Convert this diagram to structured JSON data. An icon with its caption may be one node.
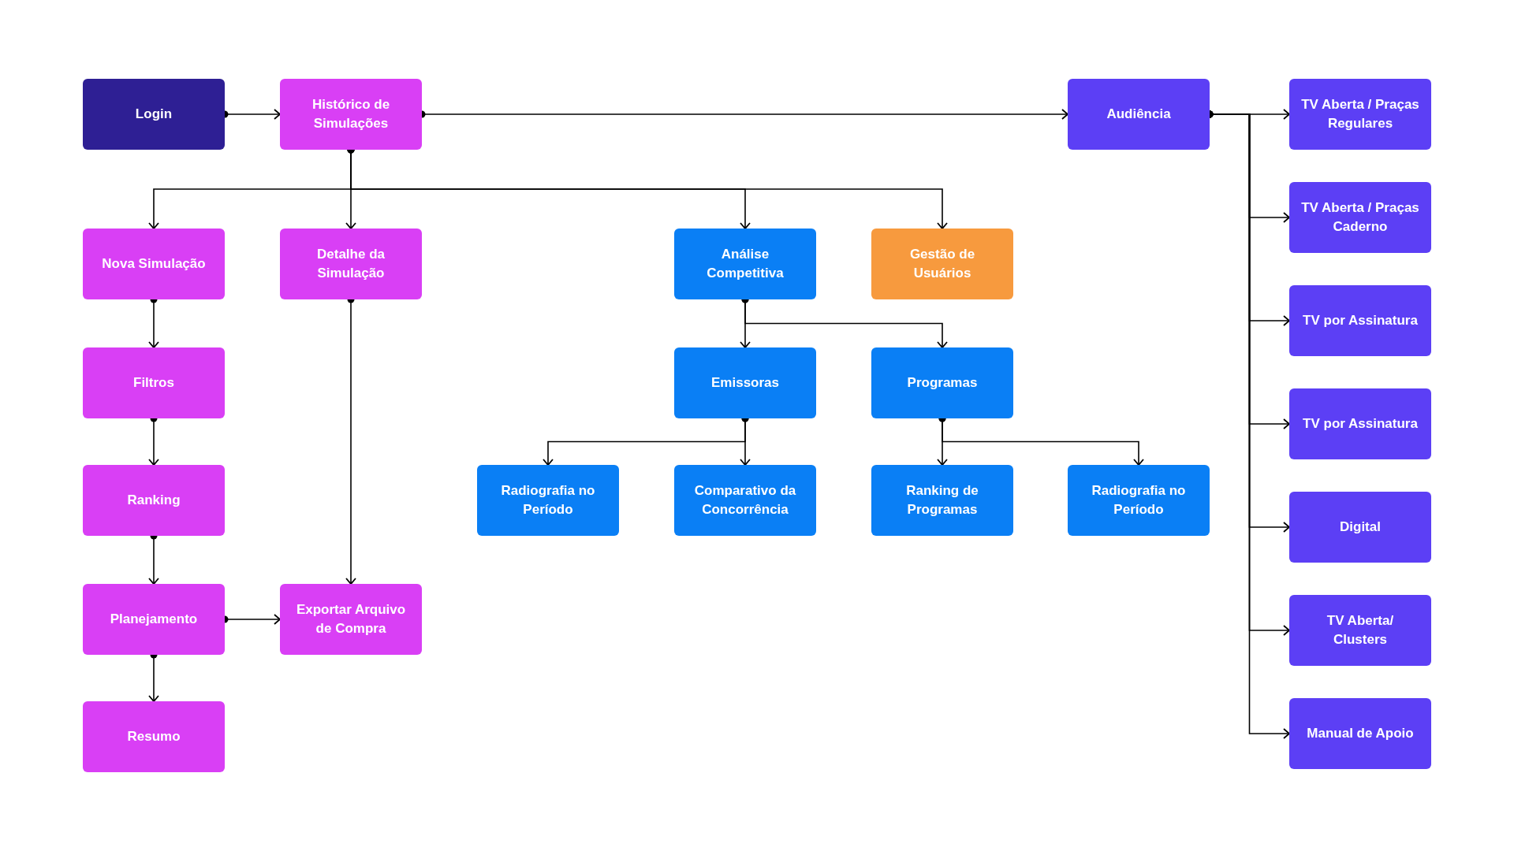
{
  "diagram": {
    "nodes": [
      {
        "text": [
          "Login"
        ]
      },
      {
        "text": [
          "Histórico de Simulações"
        ]
      },
      {
        "text": [
          "Audiência"
        ]
      },
      {
        "text": [
          "TV Aberta / Praças Regulares"
        ]
      },
      {
        "text": [
          "TV Aberta / Praças Caderno"
        ]
      },
      {
        "text": [
          "TV por Assinatura"
        ]
      },
      {
        "text": [
          "TV por Assinatura"
        ]
      },
      {
        "text": [
          "Digital"
        ]
      },
      {
        "text": [
          "TV Aberta/ Clusters"
        ]
      },
      {
        "text": [
          "Manual de Apoio"
        ]
      },
      {
        "text": [
          "Nova Simulação"
        ]
      },
      {
        "text": [
          "Detalhe da Simulação"
        ]
      },
      {
        "text": [
          "Análise Competitiva"
        ]
      },
      {
        "text": [
          "Gestão de Usuários"
        ]
      },
      {
        "text": [
          "Filtros"
        ]
      },
      {
        "text": [
          "Emissoras"
        ]
      },
      {
        "text": [
          "Programas"
        ]
      },
      {
        "text": [
          "Ranking"
        ]
      },
      {
        "text": [
          "Radiografia no Período"
        ]
      },
      {
        "text": [
          "Comparativo da Concorrência"
        ]
      },
      {
        "text": [
          "Ranking de Programas"
        ]
      },
      {
        "text": [
          "Radiografia no Período"
        ]
      },
      {
        "text": [
          "Planejamento"
        ]
      },
      {
        "text": [
          "Exportar Arquivo de Compra"
        ]
      },
      {
        "text": [
          "Resumo"
        ]
      }
    ],
    "edges": [
      {
        "from": 0,
        "to": 1,
        "arrow": "to"
      },
      {
        "from": 1,
        "to": 2,
        "arrow": "to"
      },
      {
        "from": 2,
        "to": 3,
        "arrow": "to"
      },
      {
        "from": 2,
        "to": 4,
        "arrow": "to"
      },
      {
        "from": 2,
        "to": 5,
        "arrow": "to"
      },
      {
        "from": 2,
        "to": 6,
        "arrow": "to"
      },
      {
        "from": 2,
        "to": 7,
        "arrow": "to"
      },
      {
        "from": 2,
        "to": 8,
        "arrow": "to"
      },
      {
        "from": 2,
        "to": 9,
        "arrow": "to"
      },
      {
        "from": 1,
        "to": 10,
        "arrow": "to"
      },
      {
        "from": 1,
        "to": 11,
        "arrow": "to"
      },
      {
        "from": 1,
        "to": 12,
        "arrow": "to"
      },
      {
        "from": 1,
        "to": 13,
        "arrow": "to"
      },
      {
        "from": 10,
        "to": 14,
        "arrow": "to"
      },
      {
        "from": 14,
        "to": 17,
        "arrow": "to"
      },
      {
        "from": 17,
        "to": 22,
        "arrow": "to"
      },
      {
        "from": 22,
        "to": 24,
        "arrow": "to"
      },
      {
        "from": 22,
        "to": 23,
        "arrow": "to"
      },
      {
        "from": 11,
        "to": 23,
        "arrow": "to"
      },
      {
        "from": 12,
        "to": 15,
        "arrow": "to"
      },
      {
        "from": 12,
        "to": 16,
        "arrow": "to"
      },
      {
        "from": 15,
        "to": 18,
        "arrow": "to"
      },
      {
        "from": 15,
        "to": 19,
        "arrow": "to"
      },
      {
        "from": 16,
        "to": 20,
        "arrow": "to"
      },
      {
        "from": 16,
        "to": 21,
        "arrow": "to"
      }
    ]
  }
}
